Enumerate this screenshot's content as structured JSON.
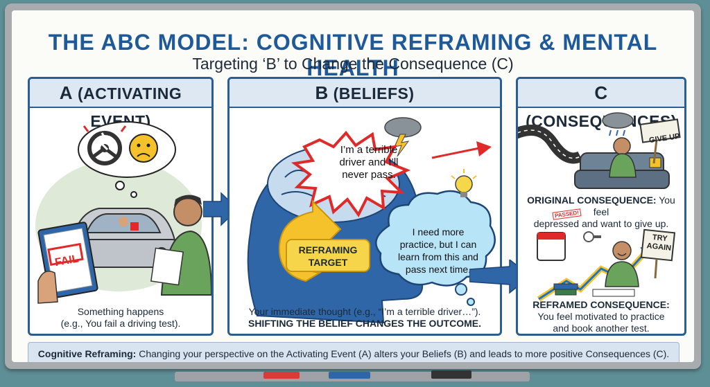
{
  "title": "THE ABC MODEL: COGNITIVE REFRAMING & MENTAL HEALTH",
  "subtitle": "Targeting ‘B’ to Change the Consequence (C)",
  "panels": {
    "a": {
      "letter": "A",
      "heading": "(ACTIVATING EVENT)",
      "fail_label": "FAIL",
      "caption_line1": "Something happens",
      "caption_line2": "(e.g., You fail a driving test)."
    },
    "b": {
      "letter": "B",
      "heading": "(BELIEFS)",
      "negative_thought": [
        "I’m a terrible",
        "driver and I’ll",
        "never pass."
      ],
      "reframing_label": [
        "REFRAMING",
        "TARGET"
      ],
      "positive_thought": [
        "I need more",
        "practice, but I can",
        "learn from this and",
        "pass next time."
      ],
      "caption_line1": "Your immediate thought (e.g., “I’m a terrible driver…”).",
      "caption_line2": "SHIFTING THE BELIEF CHANGES THE OUTCOME."
    },
    "c": {
      "letter": "C",
      "heading": "(CONSEQUENCES)",
      "give_up_sign": "GIVE UP",
      "original_label": "ORIGINAL CONSEQUENCE:",
      "original_text_1": "You feel",
      "original_text_2": "depressed and want to give up.",
      "passed_stamp": "PASSED!",
      "try_again_sign": [
        "TRY",
        "AGAIN"
      ],
      "reframed_label": "REFRAMED CONSEQUENCE:",
      "reframed_text_1": "You feel motivated to practice",
      "reframed_text_2": "and book another test."
    }
  },
  "footer": {
    "label": "Cognitive Reframing:",
    "text": "Changing your perspective on the Activating Event (A) alters your Beliefs (B) and leads to more positive Consequences (C)."
  },
  "colors": {
    "title": "#1e5a99",
    "panel_border": "#2a5d92",
    "panel_header": "#dde8f3",
    "negative_red": "#e02a2a",
    "positive_blue": "#b8e4f7",
    "reframe_yellow": "#f5c22b",
    "arrow_blue": "#2f66a8"
  }
}
